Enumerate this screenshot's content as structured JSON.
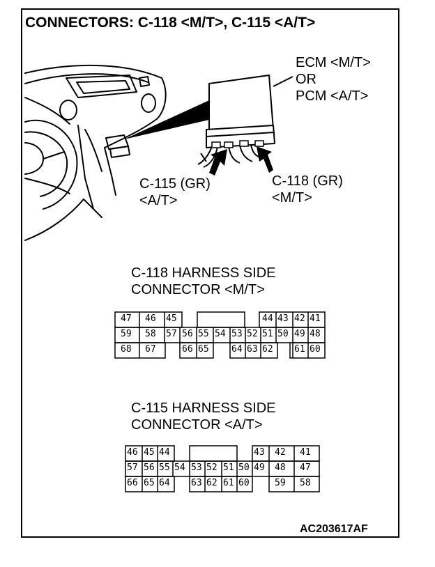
{
  "title": "CONNECTORS: C-118 <M/T>, C-115 <A/T>",
  "ecm_label": [
    "ECM <M/T>",
    "OR",
    "PCM <A/T>"
  ],
  "callouts": {
    "c115": [
      "C-115 (GR)",
      "<A/T>"
    ],
    "c118": [
      "C-118 (GR)",
      "<M/T>"
    ]
  },
  "connector_c118": {
    "heading": [
      "C-118 HARNESS SIDE",
      "CONNECTOR <M/T>"
    ],
    "pins": [
      "47",
      "46",
      "45",
      "44",
      "43",
      "42",
      "41",
      "59",
      "58",
      "57",
      "56",
      "55",
      "54",
      "53",
      "52",
      "51",
      "50",
      "49",
      "48",
      "68",
      "67",
      "66",
      "65",
      "64",
      "63",
      "62",
      "61",
      "60"
    ]
  },
  "connector_c115": {
    "heading": [
      "C-115 HARNESS SIDE",
      "CONNECTOR <A/T>"
    ],
    "pins": [
      "46",
      "45",
      "44",
      "43",
      "42",
      "41",
      "57",
      "56",
      "55",
      "54",
      "53",
      "52",
      "51",
      "50",
      "49",
      "48",
      "47",
      "66",
      "65",
      "64",
      "63",
      "62",
      "61",
      "60",
      "59",
      "58"
    ]
  },
  "figure_id": "AC203617AF"
}
